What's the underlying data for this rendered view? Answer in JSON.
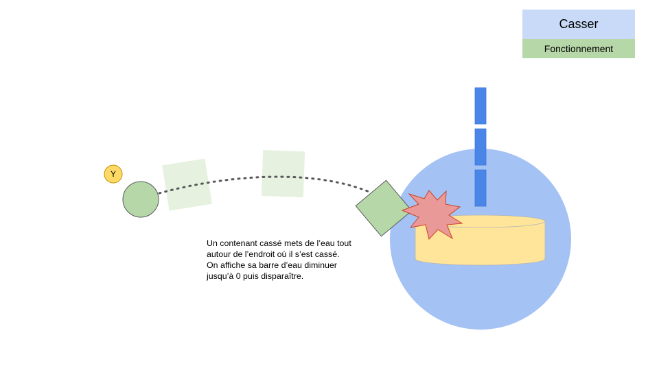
{
  "legend": {
    "break_label": "Casser",
    "work_label": "Fonctionnement",
    "colors": {
      "break": "#c9daf8",
      "work": "#b6d7a8"
    }
  },
  "player": {
    "button_label": "Y",
    "button_color": "#ffd966",
    "body_color": "#b6d7a8"
  },
  "description": {
    "lines": [
      "Un contenant cassé mets de l’eau tout autour de l’endroit où il s’est cassé.",
      "On affiche sa barre d’eau diminuer jusqu’à 0 puis disparaître."
    ]
  },
  "colors": {
    "water_puddle": "#a4c2f4",
    "container": "#ffe599",
    "water_bar": "#4a86e8",
    "impact_burst": "#ea9999",
    "thrown_object": "#b6d7a8",
    "trail_ghost": "#e6f1e0",
    "trajectory": "#595959"
  },
  "water_bar": {
    "segments": 3
  }
}
